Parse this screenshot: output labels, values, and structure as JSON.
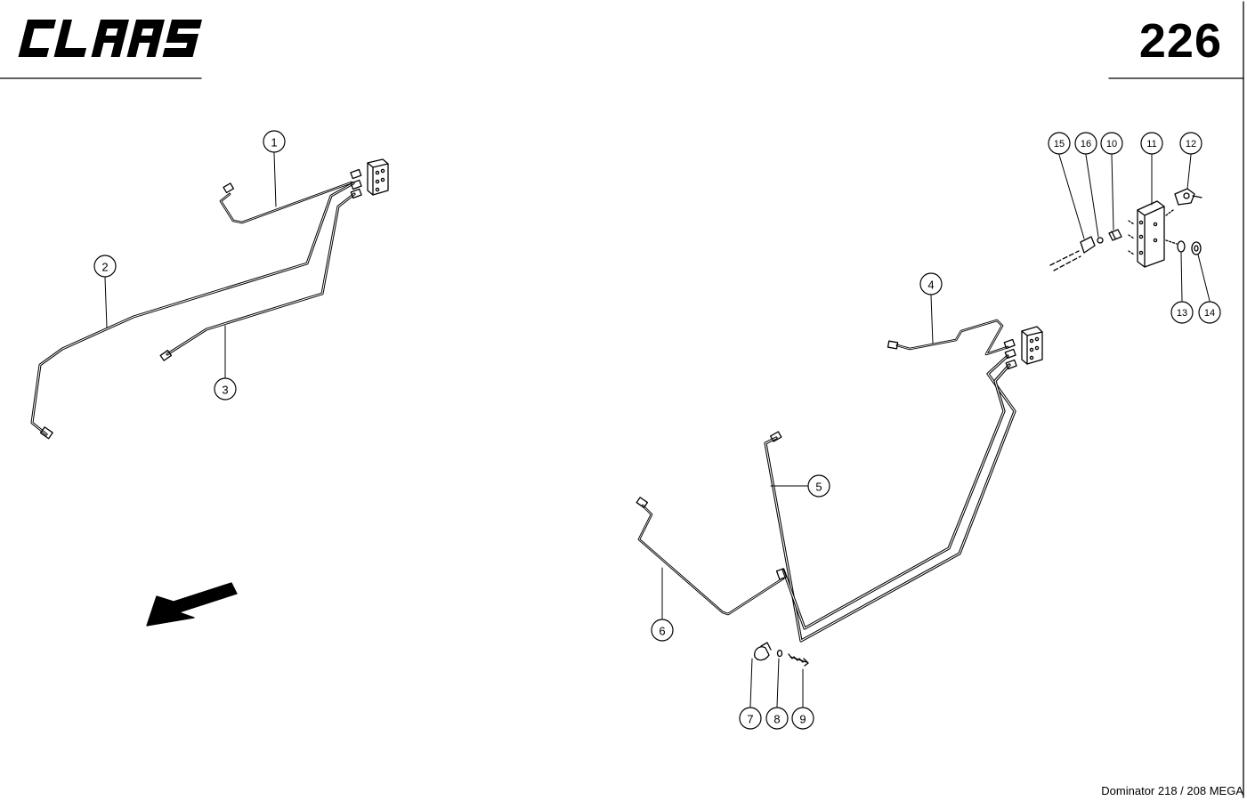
{
  "header": {
    "brand_text": "CLAAS",
    "page_number": "226"
  },
  "footer": {
    "model": "Dominator 218 / 208 MEGA"
  },
  "callouts": {
    "c1": "1",
    "c2": "2",
    "c3": "3",
    "c4": "4",
    "c5": "5",
    "c6": "6",
    "c7": "7",
    "c8": "8",
    "c9": "9",
    "c10": "10",
    "c11": "11",
    "c12": "12",
    "c13": "13",
    "c14": "14",
    "c15": "15",
    "c16": "16"
  },
  "colors": {
    "ink": "#000000",
    "paper": "#ffffff"
  }
}
